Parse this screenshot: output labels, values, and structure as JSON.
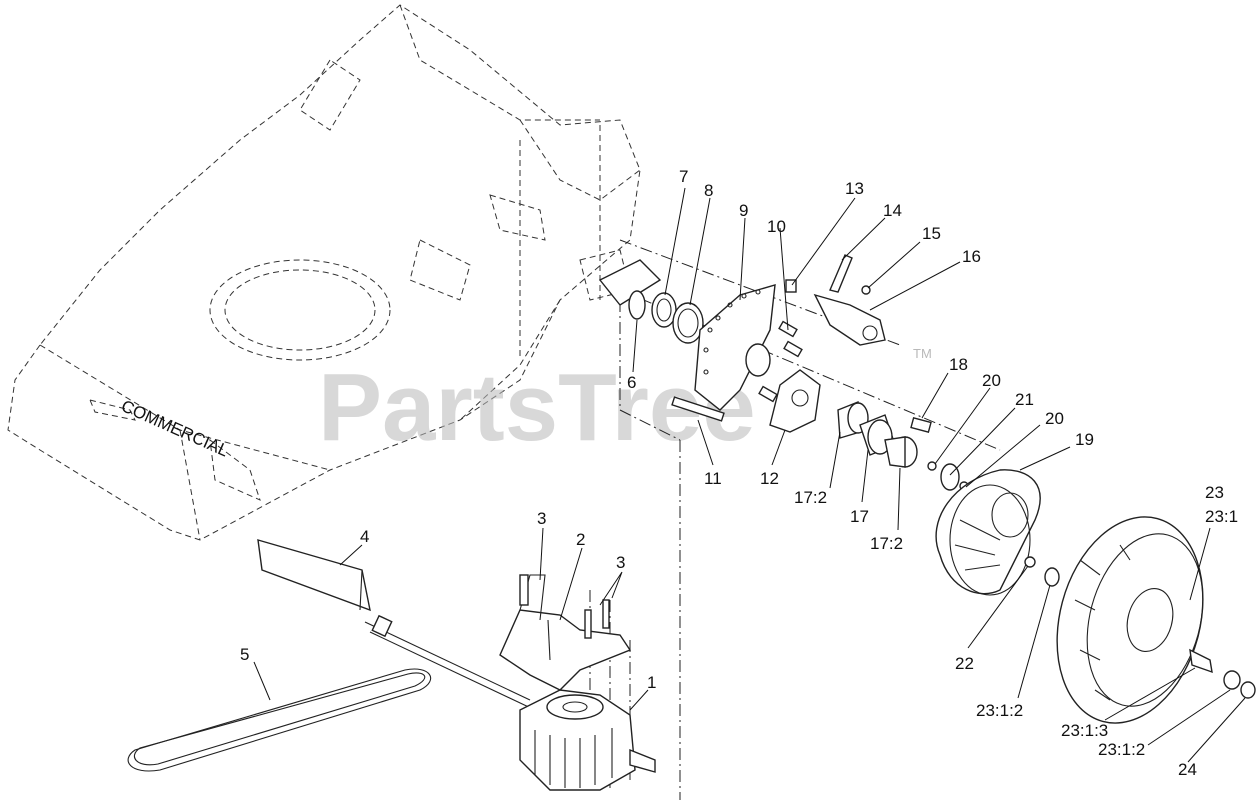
{
  "watermark": {
    "text": "PartsTree",
    "trademark": "TM"
  },
  "deck_label": "COMMERCIAL",
  "callouts": {
    "c1": "1",
    "c2": "2",
    "c3a": "3",
    "c3b": "3",
    "c4": "4",
    "c5": "5",
    "c6": "6",
    "c7": "7",
    "c8": "8",
    "c9": "9",
    "c10": "10",
    "c11": "11",
    "c12": "12",
    "c13": "13",
    "c14": "14",
    "c15": "15",
    "c16": "16",
    "c17": "17",
    "c17_2a": "17:2",
    "c17_2b": "17:2",
    "c18": "18",
    "c19": "19",
    "c20a": "20",
    "c20b": "20",
    "c21": "21",
    "c22": "22",
    "c23": "23",
    "c23_1": "23:1",
    "c23_1_2a": "23:1:2",
    "c23_1_3": "23:1:3",
    "c23_1_2b": "23:1:2",
    "c24": "24"
  }
}
